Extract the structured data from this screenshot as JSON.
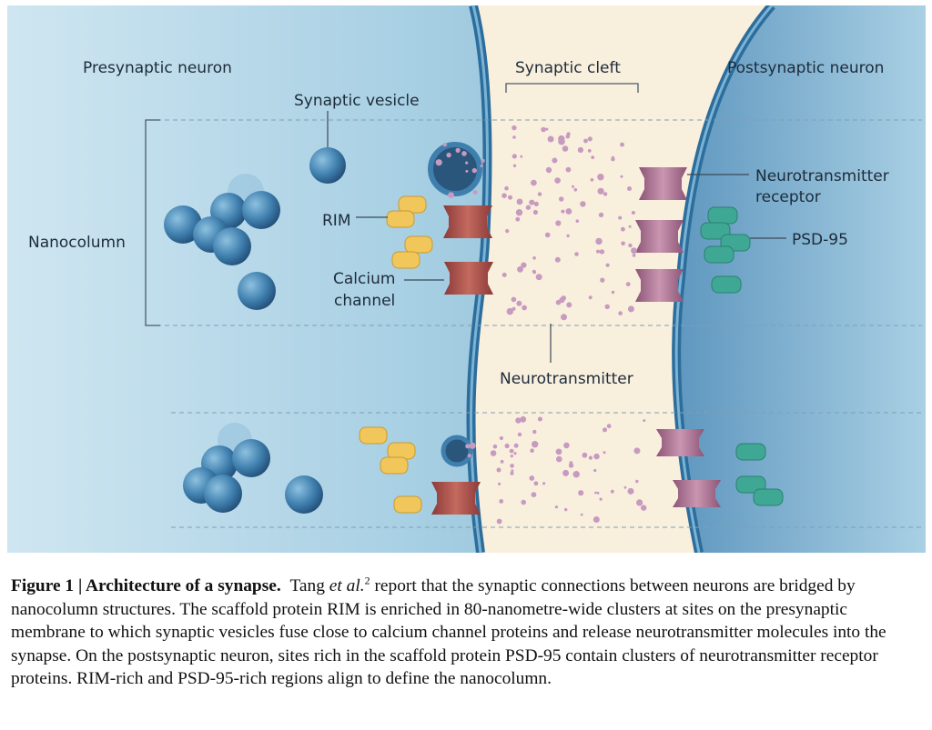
{
  "labels": {
    "presynaptic": "Presynaptic neuron",
    "cleft": "Synaptic cleft",
    "postsynaptic": "Postsynaptic neuron",
    "vesicle": "Synaptic vesicle",
    "nanocolumn": "Nanocolumn",
    "rim": "RIM",
    "calcium_1": "Calcium",
    "calcium_2": "channel",
    "receptor_1": "Neurotransmitter",
    "receptor_2": "receptor",
    "psd95": "PSD-95",
    "neurotransmitter": "Neurotransmitter"
  },
  "caption": {
    "title": "Figure 1 | Architecture of a synapse.",
    "author": "Tang",
    "etal": "et al.",
    "ref": "2",
    "body": "report that the synaptic connections between neurons are bridged by nanocolumn structures. The scaffold protein RIM is enriched in 80-nanometre-wide clusters at sites on the presynaptic membrane to which synaptic vesicles fuse close to calcium channel proteins and release neurotransmitter molecules into the synapse. On the postsynaptic neuron, sites rich in the scaffold protein PSD-95 contain clusters of neurotransmitter receptor proteins. RIM-rich and PSD-95-rich regions align to define the nanocolumn."
  },
  "colors": {
    "background_blue": "#8fc1da",
    "cleft_cream": "#f9efdd",
    "vesicle_blue": "#3f7fae",
    "rim_yellow": "#f1c65a",
    "channel_red": "#b6534c",
    "receptor_pink": "#b87b9a",
    "psd95_green": "#3fa895",
    "neurotransmitter_dots": "#c79ac0"
  }
}
